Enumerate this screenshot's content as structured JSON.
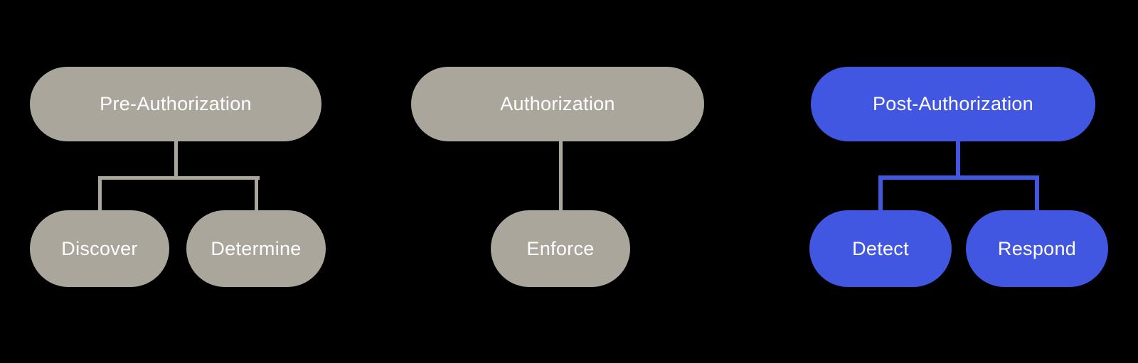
{
  "colors": {
    "background": "#000000",
    "neutral_pill": "#ABA69C",
    "accent_pill": "#4157E2",
    "label_text": "#FFFFFF"
  },
  "diagram": {
    "trees": [
      {
        "parent_label": "Pre-Authorization",
        "children": [
          "Discover",
          "Determine"
        ]
      },
      {
        "parent_label": "Authorization",
        "children": [
          "Enforce"
        ]
      },
      {
        "parent_label": "Post-Authorization",
        "children": [
          "Detect",
          "Respond"
        ]
      }
    ]
  }
}
